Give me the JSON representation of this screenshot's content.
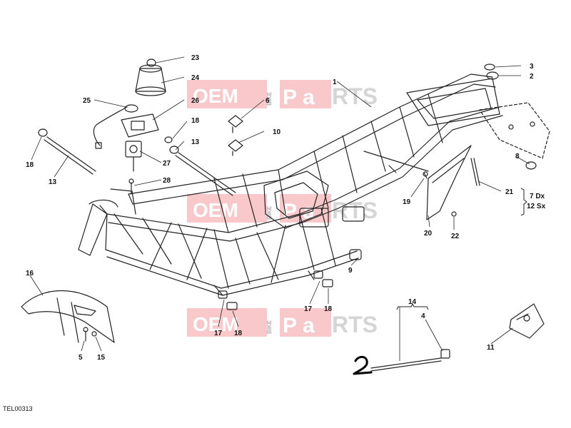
{
  "diagram": {
    "reference_code": "TEL00313",
    "watermark": {
      "word1": "OEM",
      "word2": "BIKE",
      "word3a": "P",
      "word3b": "a",
      "word3c": "RTS"
    },
    "callouts": [
      {
        "id": "c23",
        "text": "23"
      },
      {
        "id": "c24",
        "text": "24"
      },
      {
        "id": "c25",
        "text": "25"
      },
      {
        "id": "c26",
        "text": "26"
      },
      {
        "id": "c6",
        "text": "6"
      },
      {
        "id": "c1",
        "text": "1"
      },
      {
        "id": "c3",
        "text": "3"
      },
      {
        "id": "c2",
        "text": "2"
      },
      {
        "id": "c18a",
        "text": "18"
      },
      {
        "id": "c10",
        "text": "10"
      },
      {
        "id": "c18b",
        "text": "18"
      },
      {
        "id": "c13a",
        "text": "13"
      },
      {
        "id": "c13b",
        "text": "13"
      },
      {
        "id": "c27",
        "text": "27"
      },
      {
        "id": "c8",
        "text": "8"
      },
      {
        "id": "c28",
        "text": "28"
      },
      {
        "id": "c21",
        "text": "21"
      },
      {
        "id": "c7dx",
        "text": "7 Dx"
      },
      {
        "id": "c12sx",
        "text": "12 Sx"
      },
      {
        "id": "c19",
        "text": "19"
      },
      {
        "id": "c20",
        "text": "20"
      },
      {
        "id": "c22",
        "text": "22"
      },
      {
        "id": "c9",
        "text": "9"
      },
      {
        "id": "c16",
        "text": "16"
      },
      {
        "id": "c14",
        "text": "14"
      },
      {
        "id": "c4",
        "text": "4"
      },
      {
        "id": "c17a",
        "text": "17"
      },
      {
        "id": "c18c",
        "text": "18"
      },
      {
        "id": "c17b",
        "text": "17"
      },
      {
        "id": "c18d",
        "text": "18"
      },
      {
        "id": "c5",
        "text": "5"
      },
      {
        "id": "c15",
        "text": "15"
      },
      {
        "id": "c11",
        "text": "11"
      }
    ],
    "handwritten_mark": "2"
  }
}
